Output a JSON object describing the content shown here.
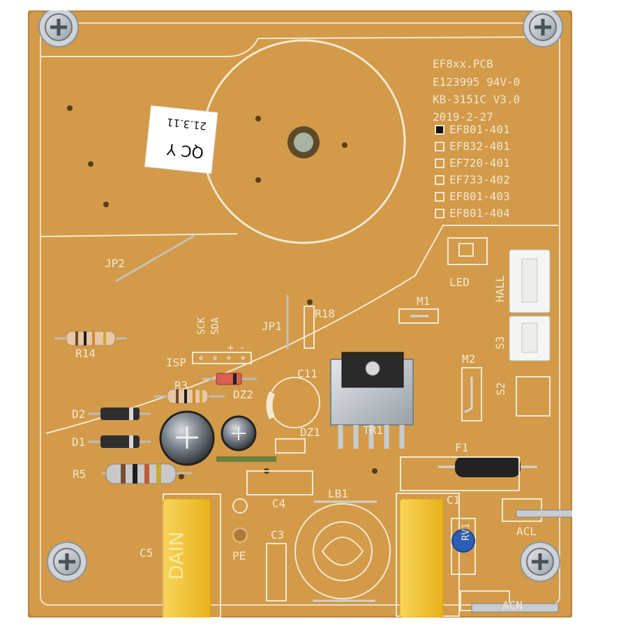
{
  "board": {
    "pcb_name": "EF8xx.PCB",
    "rating": "E123995 94V-0",
    "model": "KB-3151C V3.0",
    "date": "2019-2-27",
    "variants": [
      {
        "name": "EF801-401",
        "selected": true
      },
      {
        "name": "EF832-401",
        "selected": false
      },
      {
        "name": "EF720-401",
        "selected": false
      },
      {
        "name": "EF733-402",
        "selected": false
      },
      {
        "name": "EF801-403",
        "selected": false
      },
      {
        "name": "EF801-404",
        "selected": false
      }
    ],
    "sticker": {
      "line1": "QC Y",
      "line2": "21.3.11"
    },
    "labels": {
      "jp2": "JP2",
      "jp1": "JP1",
      "r18": "R18",
      "r14": "R14",
      "isp": "ISP",
      "sck": "SCK",
      "sda": "SDA",
      "plus": "+",
      "minus": "-",
      "r3": "R3",
      "dz2": "DZ2",
      "c11": "C11",
      "d2": "D2",
      "d1": "D1",
      "r5": "R5",
      "dz1": "DZ1",
      "tr1": "TR1",
      "m1": "M1",
      "m2": "M2",
      "led": "LED",
      "hall": "HALL",
      "s3": "S3",
      "s2": "S2",
      "f1": "F1",
      "c4": "C4",
      "lb1": "LB1",
      "c1": "C1",
      "c5": "C5",
      "pe": "PE",
      "c3": "C3",
      "acl": "ACL",
      "acn": "ACN",
      "rv1": "RV1",
      "dain": "DAIN"
    }
  },
  "colors": {
    "pcb": "#d29a49",
    "silkscreen": "#f4ead3",
    "capacitor_yellow": "#f1c22b",
    "connector_white": "#f5f5f3",
    "metal": "#bfc3c7",
    "blue_cap": "#2c5eb8"
  }
}
